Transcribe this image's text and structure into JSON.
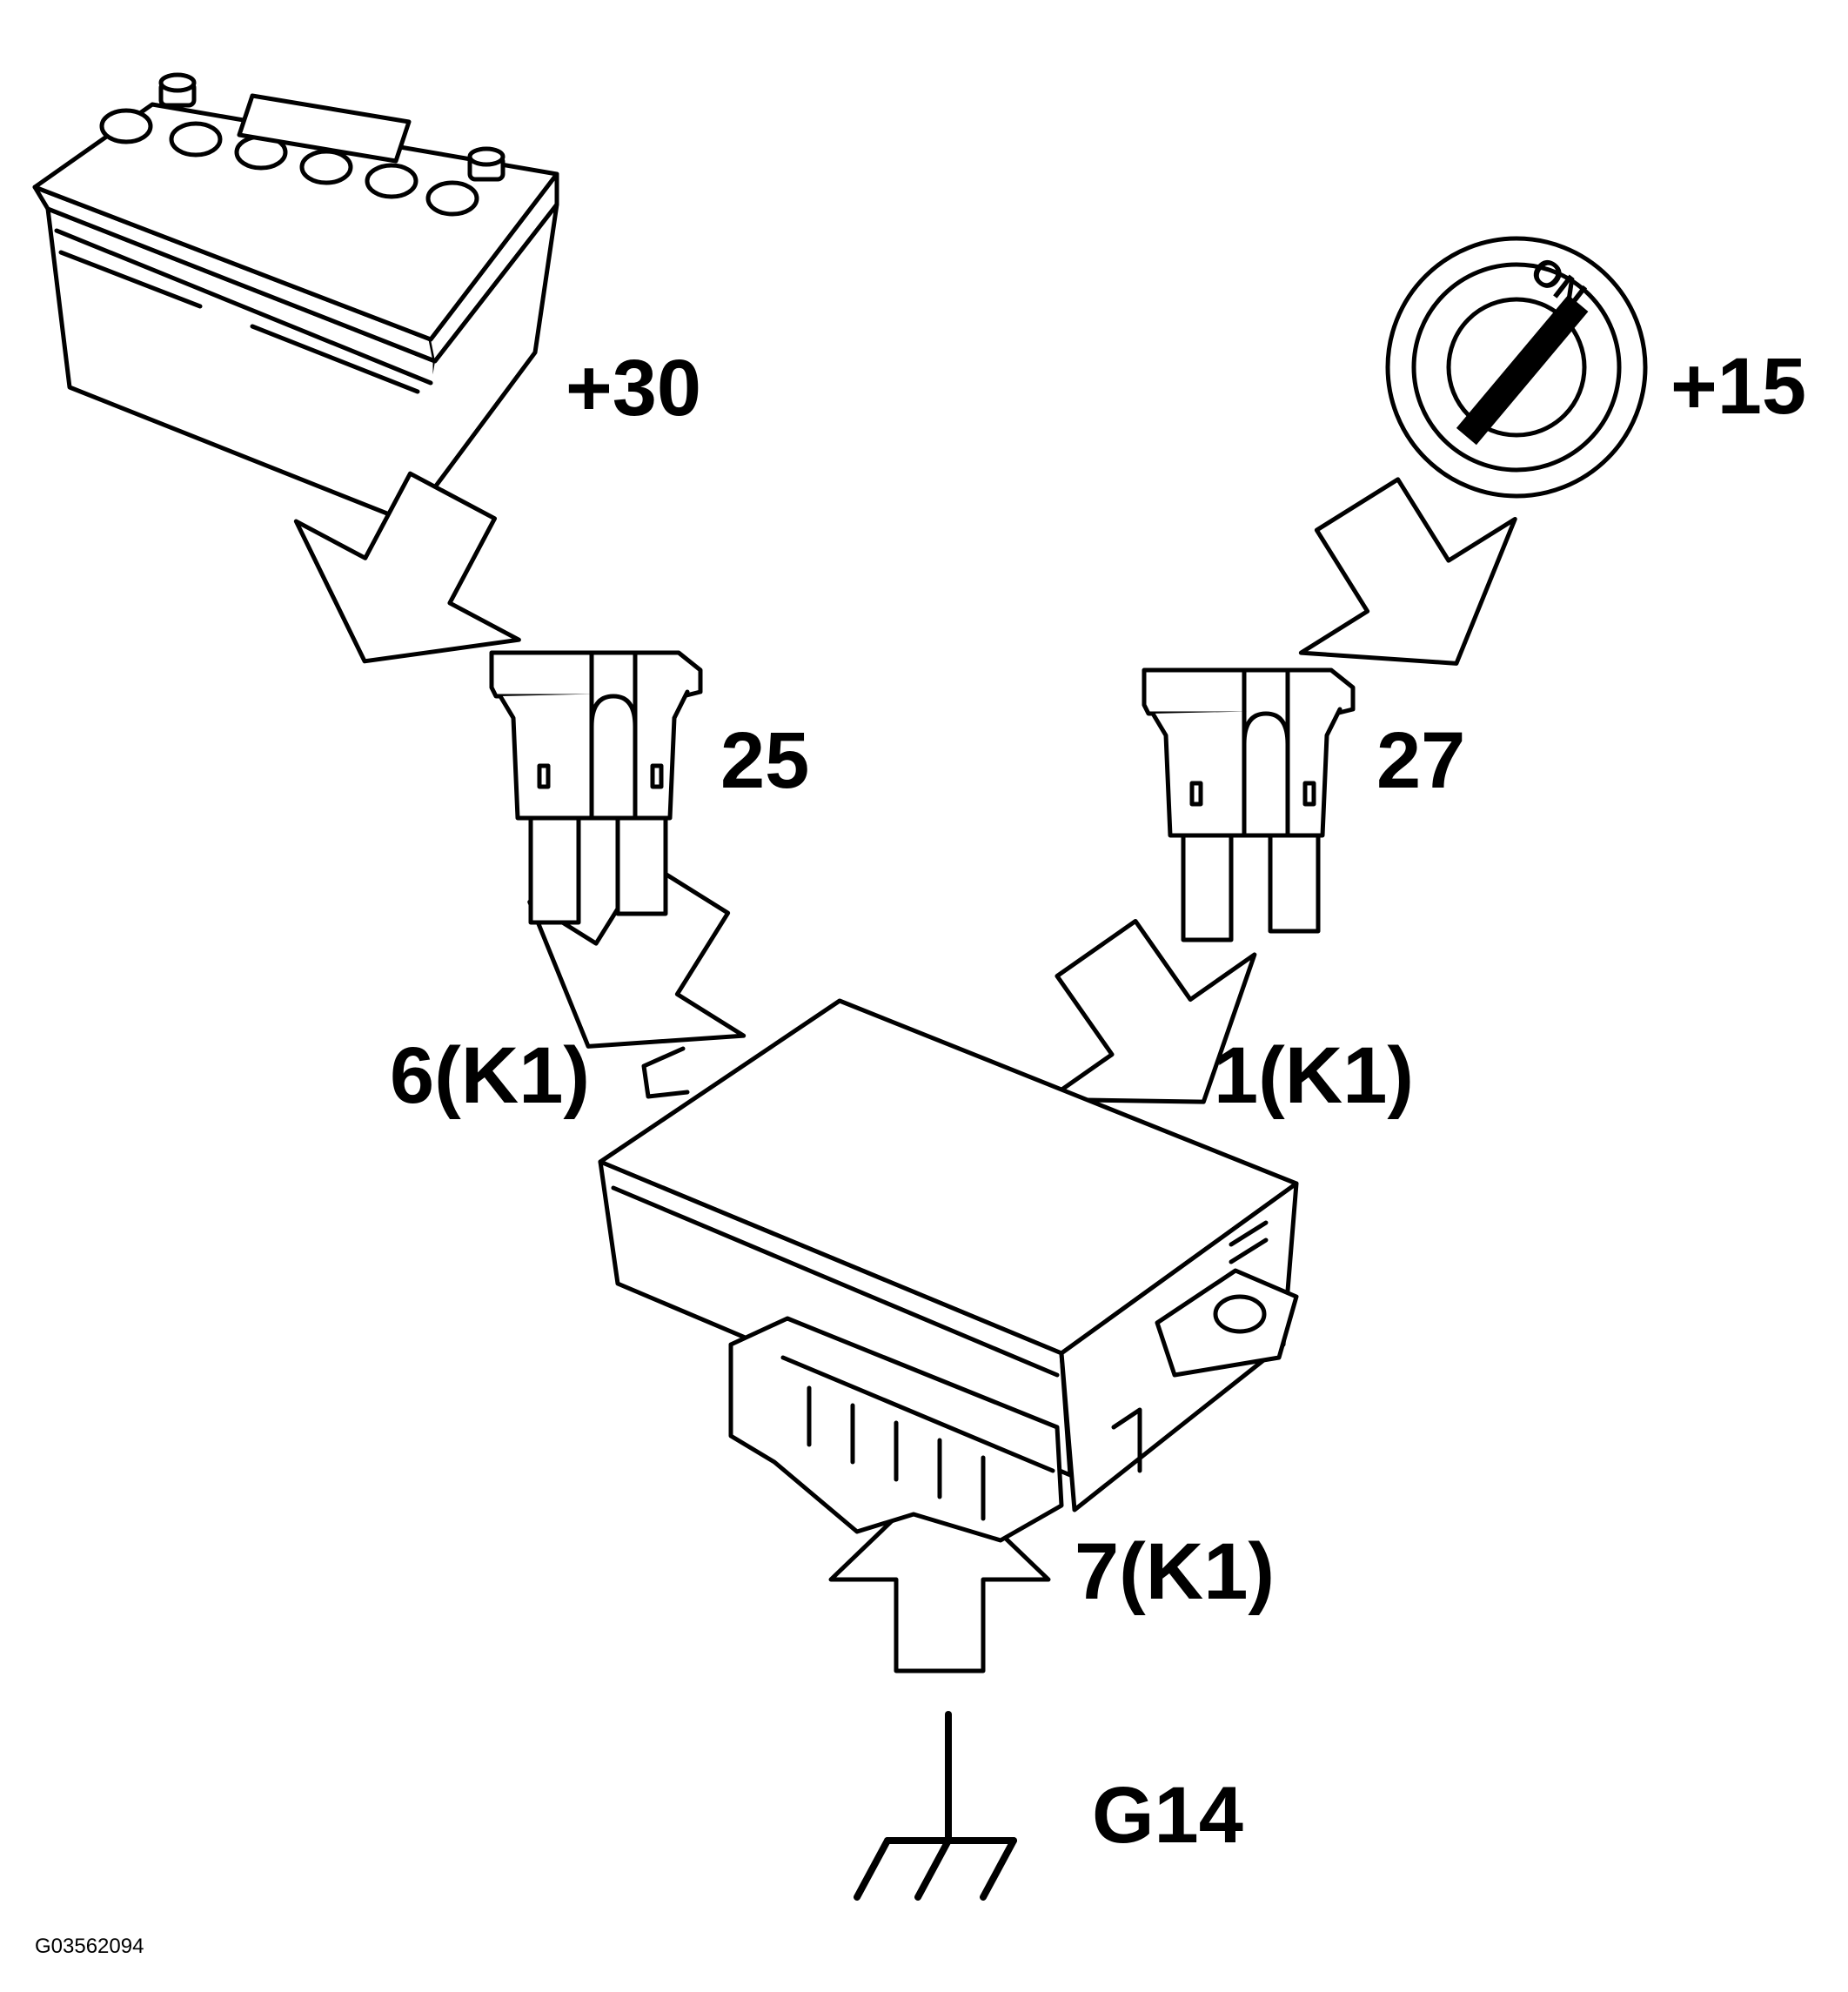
{
  "diagram": {
    "battery": {
      "terminal_label": "+30"
    },
    "ignition_switch": {
      "position_label": "ON",
      "terminal_label": "+15"
    },
    "fuse_left": {
      "number": "25"
    },
    "fuse_right": {
      "number": "27"
    },
    "module": {
      "pin_left": "6(K1)",
      "pin_right": "1(K1)",
      "pin_bottom": "7(K1)"
    },
    "ground": {
      "label": "G14"
    },
    "figure_id": "G03562094"
  },
  "colors": {
    "line": "#000000",
    "background": "#ffffff"
  }
}
